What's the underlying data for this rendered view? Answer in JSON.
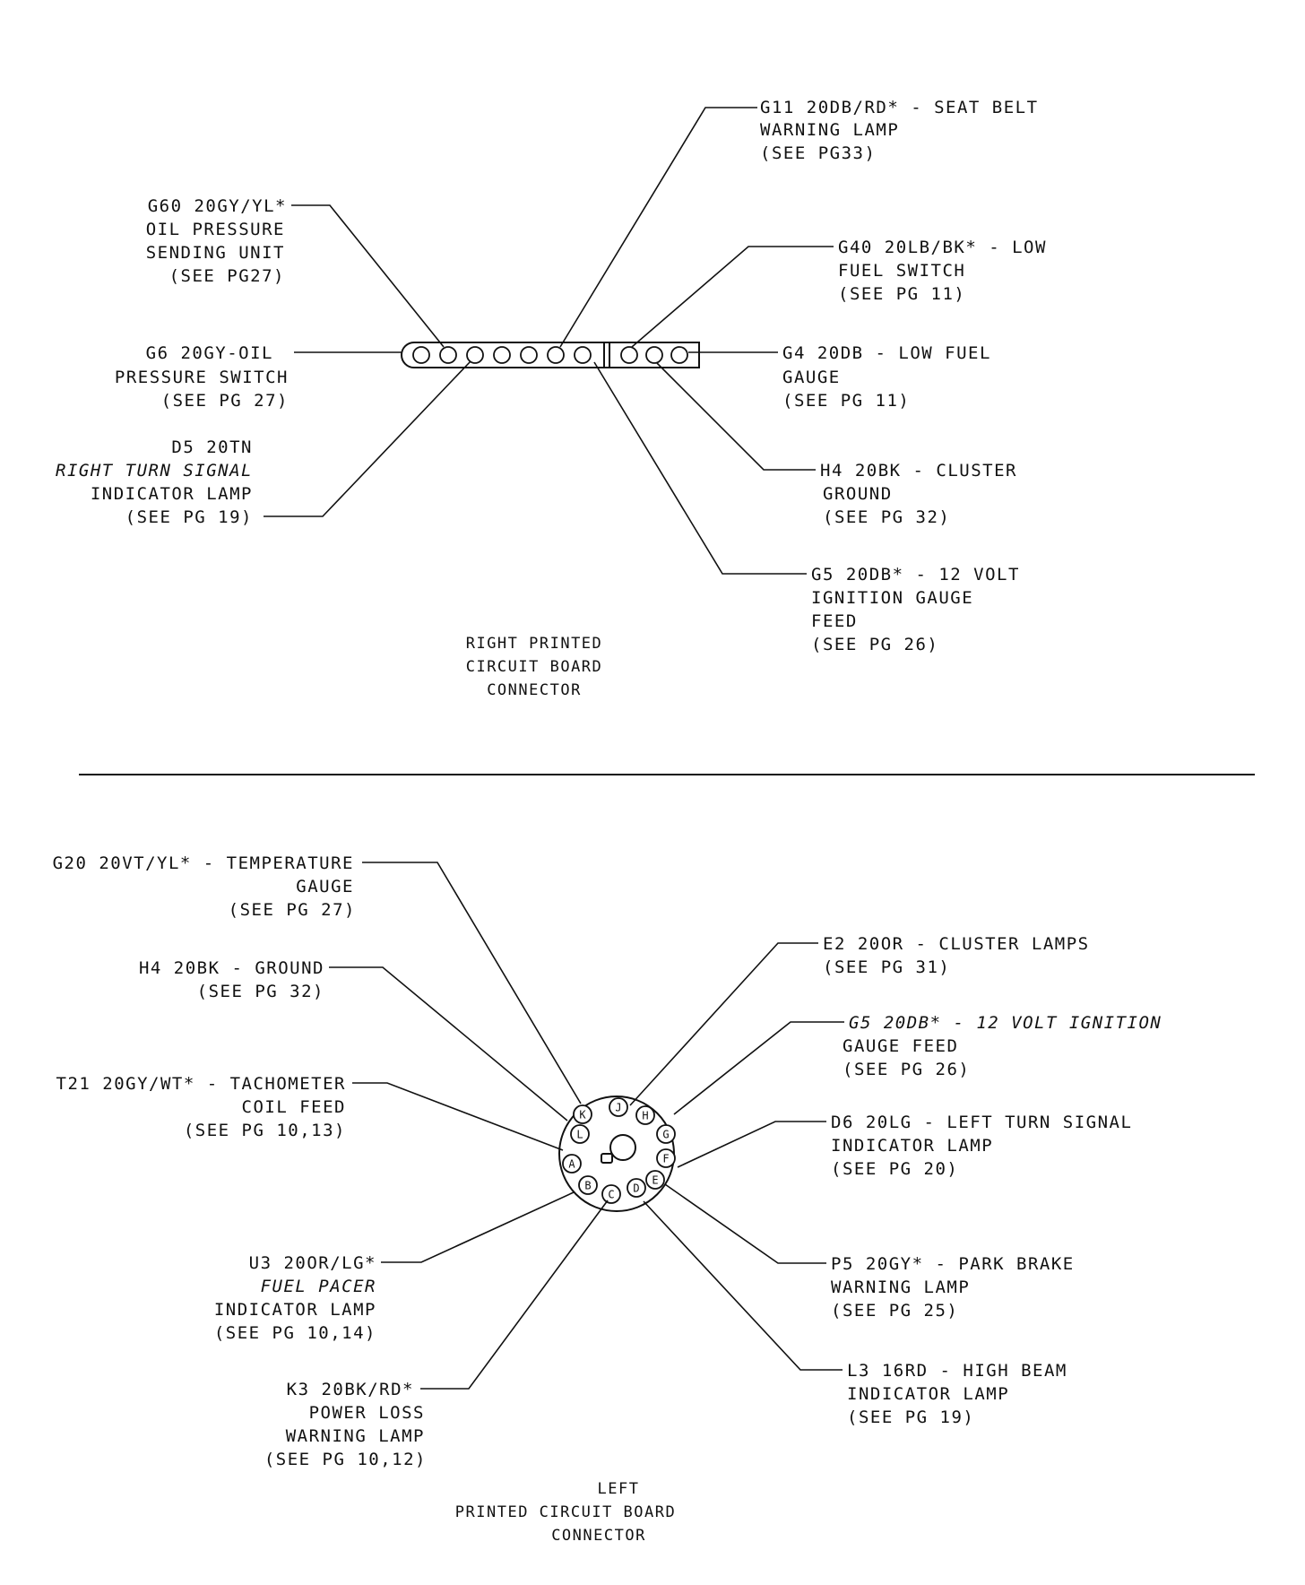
{
  "right_connector": {
    "labels": {
      "g11": [
        "G11 20DB/RD* - SEAT BELT",
        "WARNING LAMP",
        "(SEE PG33)"
      ],
      "g60": [
        "G60 20GY/YL*",
        "OIL PRESSURE",
        "SENDING UNIT",
        "(SEE PG27)"
      ],
      "g40": [
        "G40 20LB/BK* - LOW",
        "FUEL SWITCH",
        "(SEE PG 11)"
      ],
      "g6": [
        "G6 20GY-OIL",
        "PRESSURE SWITCH",
        "(SEE PG 27)"
      ],
      "g4": [
        "G4 20DB - LOW FUEL",
        "GAUGE",
        "(SEE PG 11)"
      ],
      "d5": [
        "D5 20TN",
        "RIGHT TURN SIGNAL",
        "INDICATOR LAMP",
        "(SEE PG 19)"
      ],
      "h4": [
        "H4 20BK - CLUSTER",
        "GROUND",
        "(SEE PG 32)"
      ],
      "g5": [
        "G5 20DB* - 12 VOLT",
        "IGNITION GAUGE",
        "FEED",
        "(SEE PG 26)"
      ]
    },
    "caption": [
      "RIGHT PRINTED",
      "CIRCUIT BOARD",
      "CONNECTOR"
    ]
  },
  "left_connector": {
    "labels": {
      "g20": [
        "G20 20VT/YL* - TEMPERATURE",
        "GAUGE",
        "(SEE PG 27)"
      ],
      "h4": [
        "H4 20BK - GROUND",
        "(SEE PG 32)"
      ],
      "e2": [
        "E2 20OR - CLUSTER LAMPS",
        "(SEE PG 31)"
      ],
      "g5": [
        "G5 20DB* - 12 VOLT IGNITION",
        "GAUGE FEED",
        "(SEE PG 26)"
      ],
      "t21": [
        "T21 20GY/WT* - TACHOMETER",
        "COIL FEED",
        "(SEE PG 10,13)"
      ],
      "d6": [
        "D6 20LG - LEFT TURN SIGNAL",
        "INDICATOR LAMP",
        "(SEE PG 20)"
      ],
      "u3": [
        "U3 20OR/LG*",
        "FUEL PACER",
        "INDICATOR LAMP",
        "(SEE PG 10,14)"
      ],
      "p5": [
        "P5 20GY* - PARK BRAKE",
        "WARNING LAMP",
        "(SEE PG 25)"
      ],
      "k3": [
        "K3 20BK/RD*",
        "POWER LOSS",
        "WARNING LAMP",
        "(SEE PG 10,12)"
      ],
      "l3": [
        "L3 16RD - HIGH BEAM",
        "INDICATOR LAMP",
        "(SEE PG 19)"
      ]
    },
    "pins": [
      "K",
      "J",
      "H",
      "G",
      "L",
      "F",
      "A",
      "E",
      "B",
      "C",
      "D"
    ],
    "caption": [
      "LEFT",
      "PRINTED CIRCUIT BOARD",
      "CONNECTOR"
    ]
  }
}
